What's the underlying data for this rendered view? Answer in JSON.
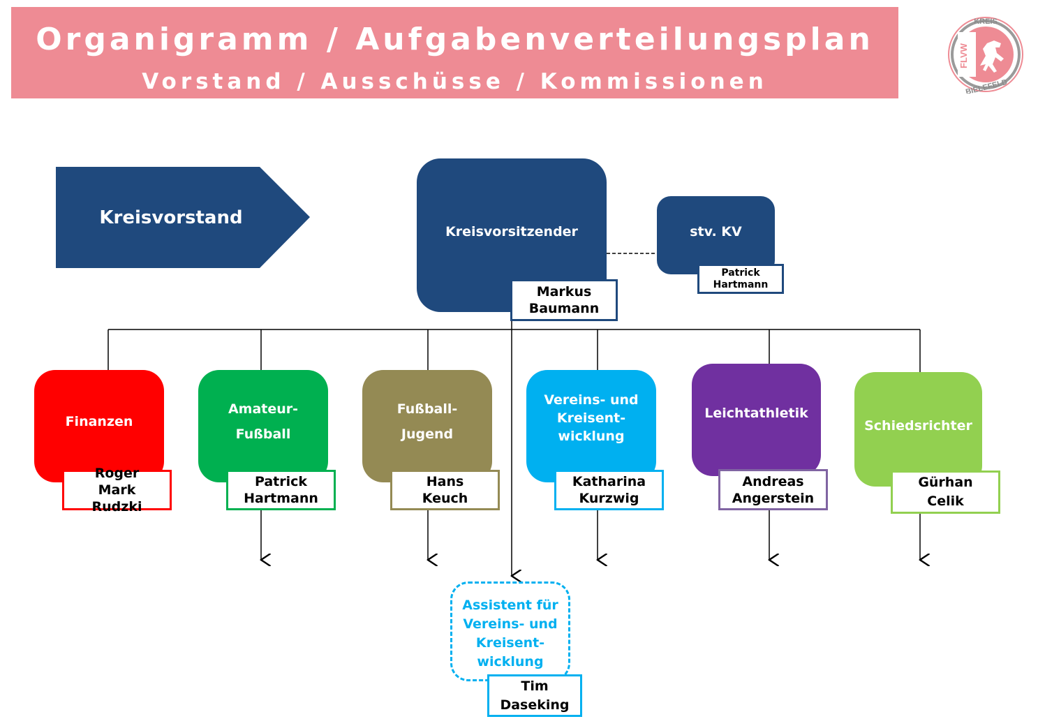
{
  "header": {
    "title": "Organigramm / Aufgabenverteilungsplan",
    "subtitle": "Vorstand / Ausschüsse / Kommissionen",
    "background_color": "#ee8b94"
  },
  "logo": {
    "top_text": "KREIS",
    "side_text": "FLVW",
    "bottom_text": "BIELEFELD",
    "icon": "horse-icon"
  },
  "section_label": "Kreisvorstand",
  "chairman": {
    "role": "Kreisvorsitzender",
    "name": "Markus Baumann",
    "color": "#1f497d"
  },
  "deputy": {
    "role": "stv. KV",
    "name": "Patrick Hartmann",
    "color": "#1f497d"
  },
  "committees": [
    {
      "role": "Finanzen",
      "name": "Roger Mark Rudzki",
      "color": "#ff0000"
    },
    {
      "role": "Amateur-Fußball",
      "name": "Patrick Hartmann",
      "color": "#00b050"
    },
    {
      "role": "Fußball-Jugend",
      "name": "Hans Keuch",
      "color": "#948a54"
    },
    {
      "role": "Vereins- und Kreisent-wicklung",
      "name": "Katharina Kurzwig",
      "color": "#00b0f0"
    },
    {
      "role": "Leichtathletik",
      "name": "Andreas Angerstein",
      "color": "#7030a0"
    },
    {
      "role": "Schiedsrichter",
      "name": "Gürhan Celik",
      "color": "#92d050"
    }
  ],
  "assistant": {
    "role": "Assistent für Vereins- und Kreisent-wicklung",
    "name": "Tim Daseking",
    "color": "#00b0f0"
  }
}
